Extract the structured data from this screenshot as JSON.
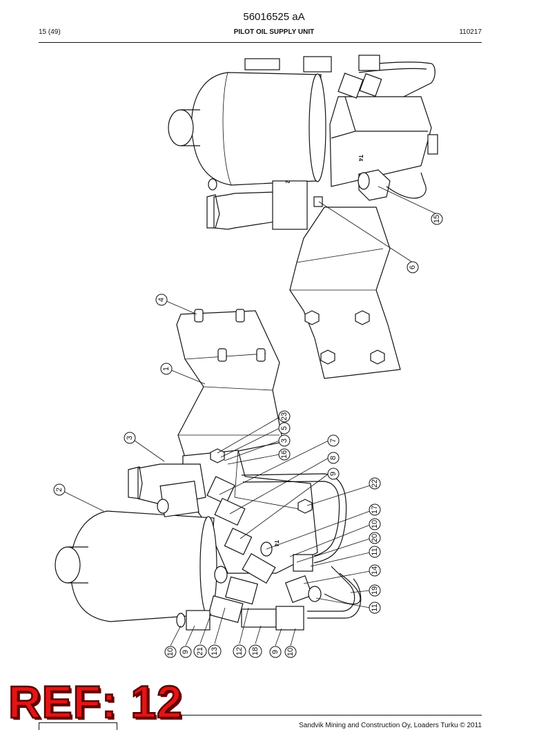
{
  "header": {
    "doc_number": "56016525 aA",
    "page": "15 (49)",
    "title": "PILOT OIL SUPPLY UNIT",
    "code": "110217"
  },
  "footer": {
    "copyright": "Sandvik Mining and Construction Oy, Loaders Turku © 2011"
  },
  "stamp": {
    "text": "REF: 12"
  },
  "port_labels": {
    "t1": "T4",
    "t2": "T4",
    "m": "2"
  },
  "callouts": [
    "15",
    "6",
    "4",
    "1",
    "3",
    "2",
    "23",
    "5",
    "3",
    "16",
    "7",
    "8",
    "9",
    "22",
    "17",
    "10",
    "20",
    "11",
    "14",
    "19",
    "11",
    "10",
    "9",
    "21",
    "13",
    "12",
    "18",
    "9",
    "10"
  ]
}
